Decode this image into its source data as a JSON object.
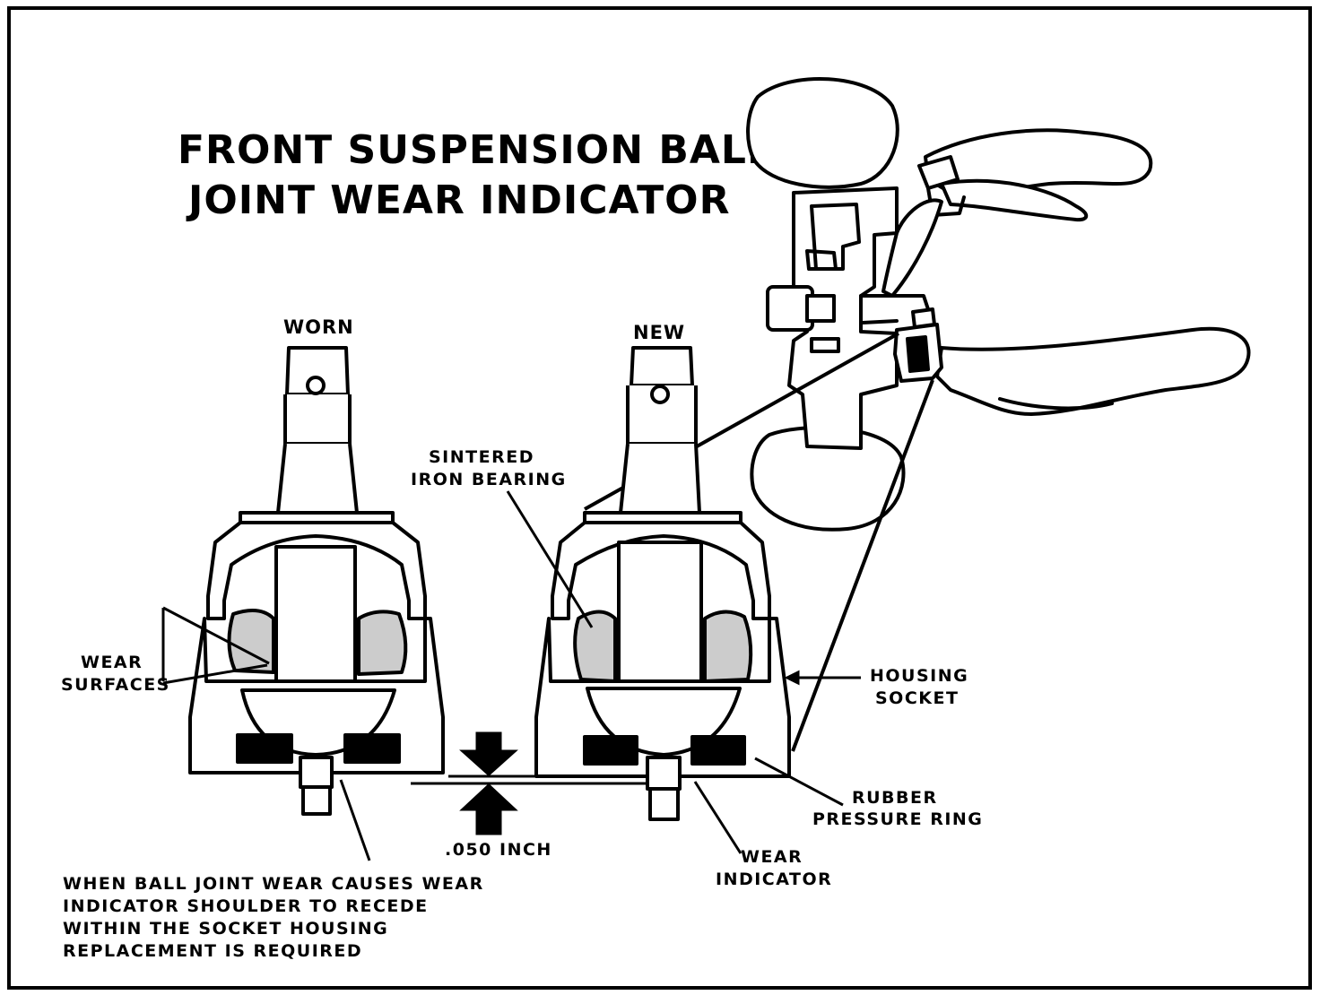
{
  "title": {
    "line1": "FRONT SUSPENSION BALL",
    "line2": "JOINT WEAR INDICATOR"
  },
  "labels": {
    "worn": "WORN",
    "new": "NEW",
    "sintered_1": "SINTERED",
    "sintered_2": "IRON BEARING",
    "wear_surfaces_1": "WEAR",
    "wear_surfaces_2": "SURFACES",
    "housing_1": "HOUSING",
    "housing_2": "SOCKET",
    "rubber_1": "RUBBER",
    "rubber_2": "PRESSURE RING",
    "gap": ".050 INCH",
    "indicator_1": "WEAR",
    "indicator_2": "INDICATOR"
  },
  "note": {
    "line1": "WHEN BALL JOINT WEAR CAUSES WEAR",
    "line2": "INDICATOR SHOULDER TO RECEDE",
    "line3": "WITHIN THE SOCKET HOUSING",
    "line4": "REPLACEMENT IS REQUIRED"
  }
}
